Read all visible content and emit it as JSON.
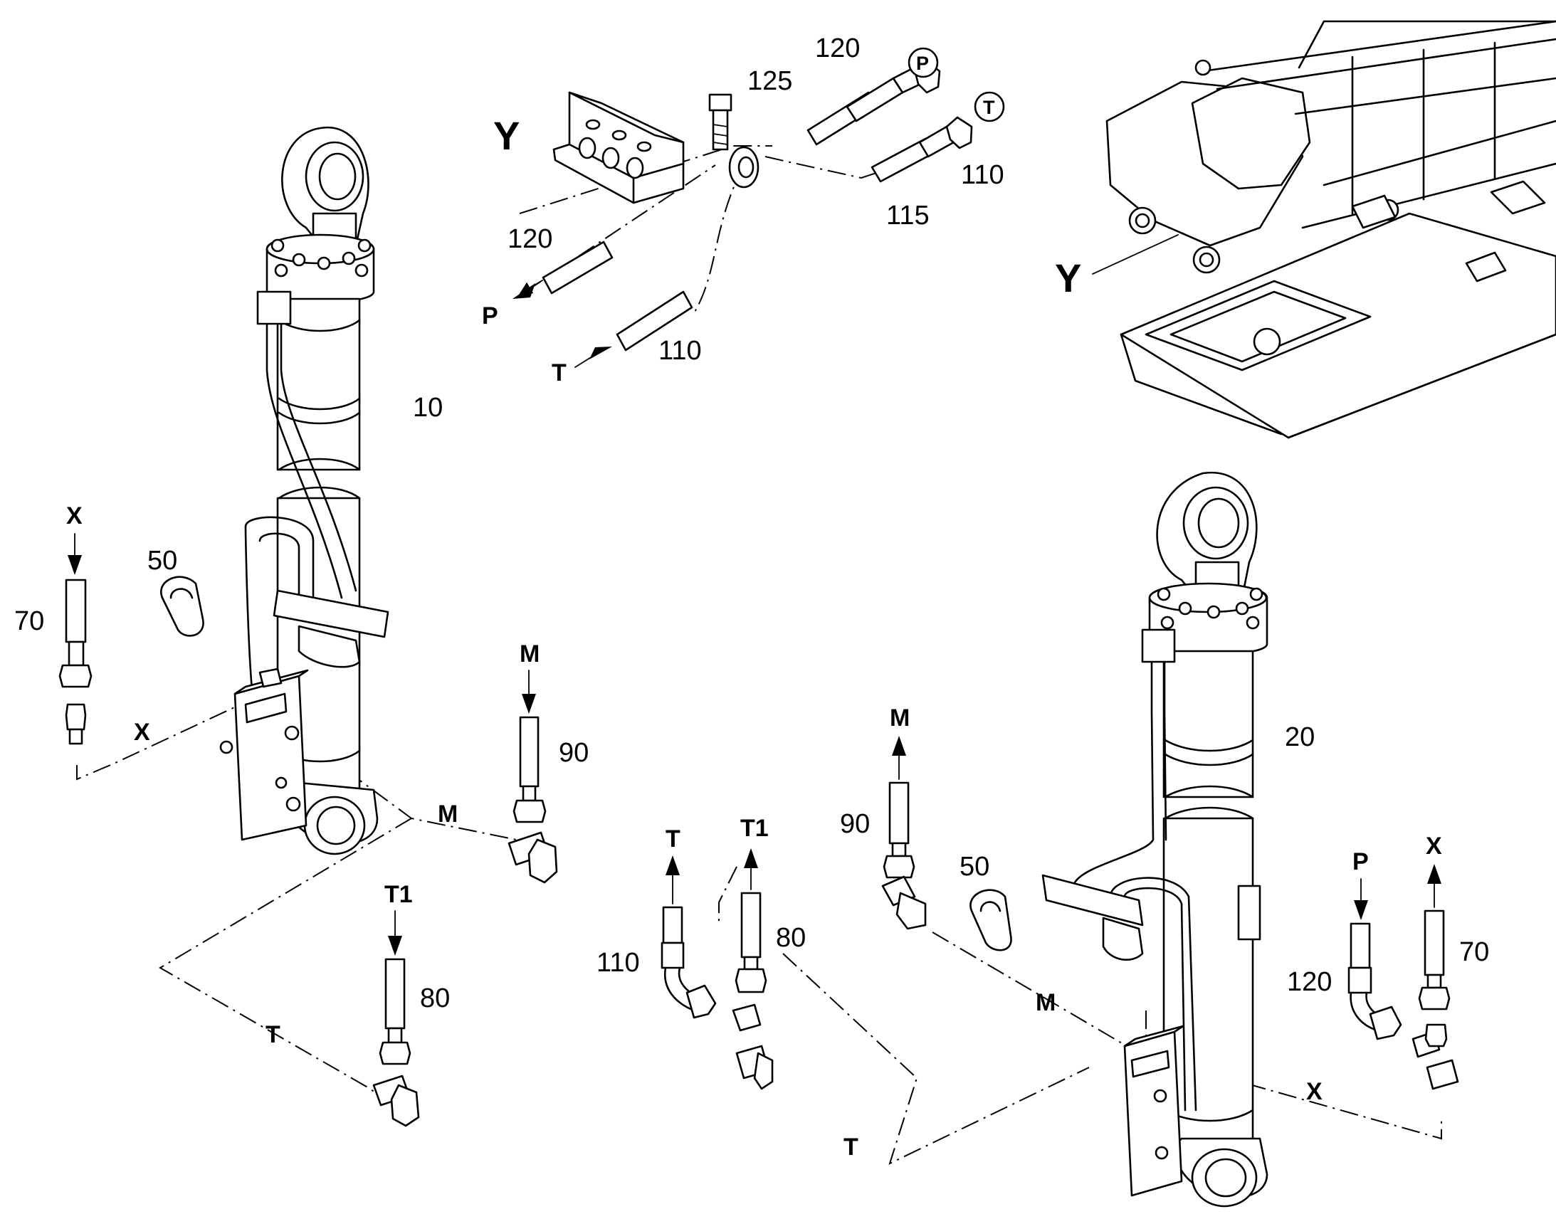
{
  "view_label": "Y",
  "frame_pointer_label": "Y",
  "parts": {
    "cyl_10": "10",
    "cyl_20": "20",
    "clip_left": "50",
    "clip_right": "50",
    "hose_70_left": "70",
    "hose_70_right": "70",
    "hose_90_left": "90",
    "hose_90_right": "90",
    "hose_80_left": "80",
    "hose_80_right": "80",
    "hose_110_mid": "110",
    "hose_120_right": "120",
    "y_120_top": "120",
    "y_125": "125",
    "y_110_top": "110",
    "y_115": "115",
    "y_120_left": "120",
    "y_110_left": "110"
  },
  "ports": {
    "P": "P",
    "T": "T",
    "X": "X",
    "M": "M",
    "T1": "T1"
  },
  "circled": {
    "P": "P",
    "T": "T"
  }
}
